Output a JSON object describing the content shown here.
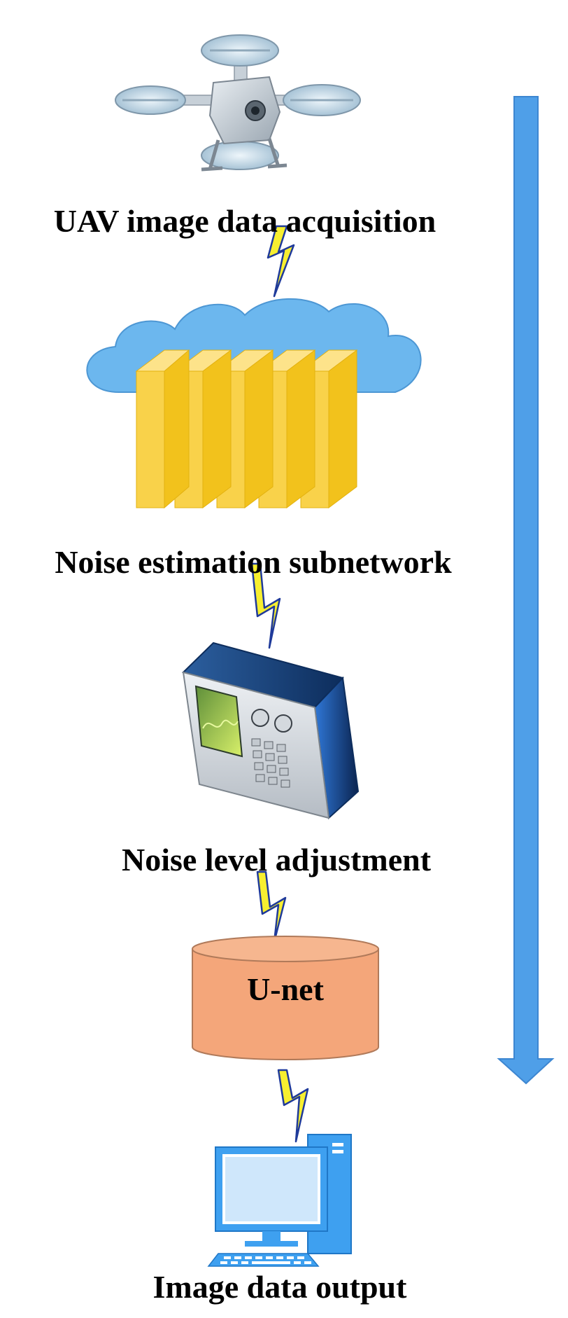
{
  "steps": {
    "uav": {
      "label": "UAV  image data acquisition",
      "icon": "drone-icon"
    },
    "noise_estimation": {
      "label": "Noise estimation subnetwork",
      "icon": "cloud-network-layers-icon"
    },
    "noise_adjustment": {
      "label": "Noise level adjustment",
      "icon": "signal-generator-icon"
    },
    "unet": {
      "label": "U-net",
      "icon": "database-cylinder-icon"
    },
    "output": {
      "label": "Image data output",
      "icon": "desktop-computer-icon"
    }
  },
  "connector_icon": "lightning-bolt-icon",
  "flow_arrow_icon": "down-arrow-icon",
  "colors": {
    "arrow": "#4f9fe8",
    "arrow_stroke": "#3d86d1",
    "cloud": "#6cb7ee",
    "layer_front": "#f9d24a",
    "layer_side": "#f2c21c",
    "layer_top": "#fde38a",
    "bolt_fill": "#f7ef30",
    "bolt_stroke": "#1f3a9a",
    "cylinder": "#f4a67a",
    "cylinder_stroke": "#b07a5a",
    "monitor": "#3ea0f0"
  }
}
